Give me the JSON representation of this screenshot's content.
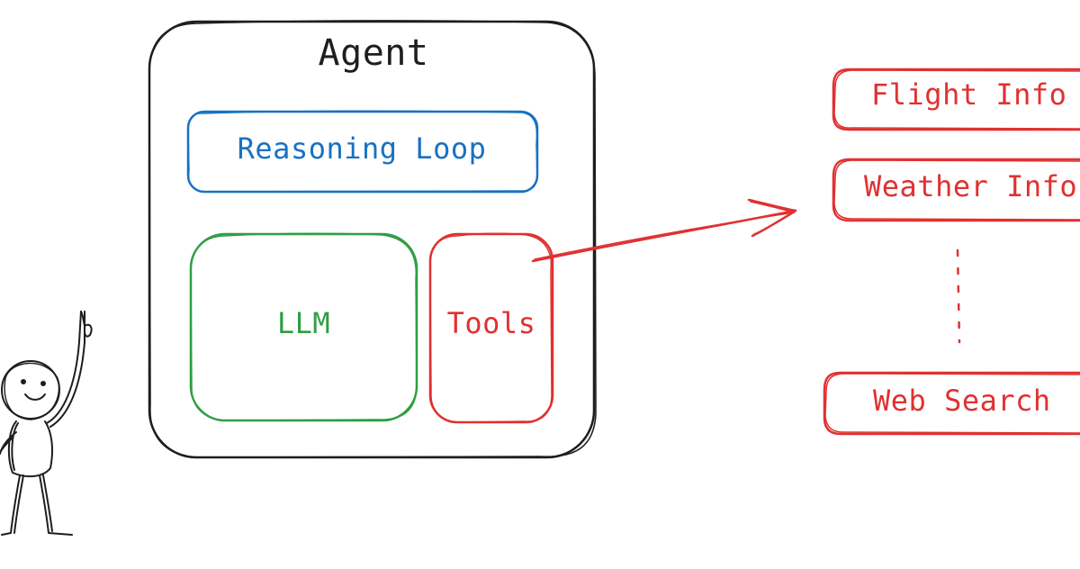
{
  "agent": {
    "title": "Agent",
    "reasoning_loop_label": "Reasoning Loop",
    "llm_label": "LLM",
    "tools_label": "Tools"
  },
  "tool_list": {
    "items": [
      {
        "label": "Flight Info"
      },
      {
        "label": "Weather Info"
      },
      {
        "label": "Web Search"
      }
    ]
  },
  "colors": {
    "outline": "#1e1e1e",
    "reasoning": "#1971c2",
    "llm": "#2f9e44",
    "tools": "#e03131"
  },
  "icons": [
    "stick-figure-icon",
    "arrow-icon",
    "vertical-ellipsis-icon"
  ]
}
